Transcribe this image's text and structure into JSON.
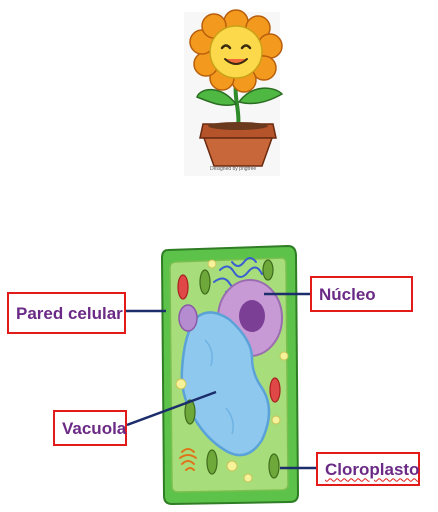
{
  "diagram": {
    "flower_image": {
      "watermark_text": "Designed by pngtree"
    },
    "labels": {
      "pared_celular": "Pared celular",
      "nucleo": "Núcleo",
      "vacuola": "Vacuola",
      "cloroplasto": "Cloroplasto"
    },
    "colors": {
      "label_border": "#e21a1a",
      "label_text": "#6b2a86",
      "leader_line": "#1c2d6b",
      "cell_wall": "#5cc24a",
      "cytoplasm": "#a7dd7a",
      "vacuole": "#8fc8ef",
      "nucleus": "#c79ad6",
      "chloroplast": "#6fa83a"
    }
  }
}
